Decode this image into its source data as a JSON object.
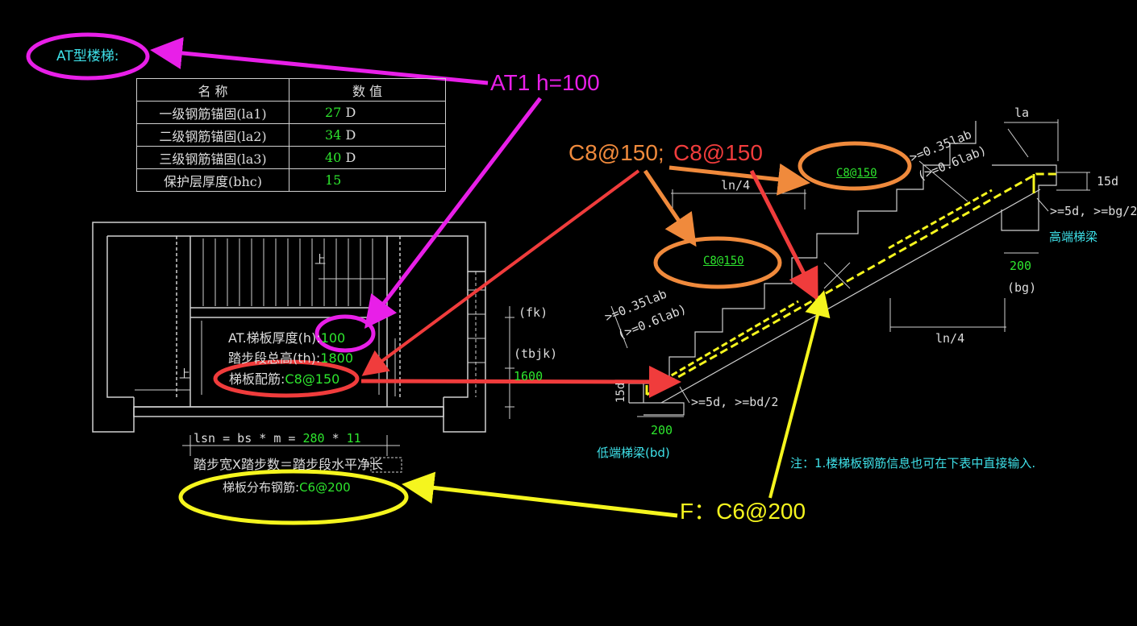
{
  "heading": "AT型楼梯:",
  "table": {
    "headers": [
      "名  称",
      "数  值"
    ],
    "rows": [
      {
        "label": "一级钢筋锚固(la1)",
        "value": "27",
        "unit": "D"
      },
      {
        "label": "二级钢筋锚固(la2)",
        "value": "34",
        "unit": "D"
      },
      {
        "label": "三级钢筋锚固(la3)",
        "value": "40",
        "unit": "D"
      },
      {
        "label": "保护层厚度(bhc)",
        "value": "15",
        "unit": ""
      }
    ]
  },
  "plan": {
    "up_label_1": "上",
    "up_label_2": "上",
    "thickness_label": "AT.梯板厚度(h):",
    "thickness_value": "100",
    "height_label": "踏步段总高(th):",
    "height_value": "1800",
    "rebar_label": "梯板配筋:",
    "rebar_value": "C8@150",
    "fk": "(fk)",
    "tbjk": "(tbjk)",
    "side_value": "1600",
    "lsn_prefix": "lsn = bs * m = ",
    "lsn_bs": "280",
    "lsn_op": " * ",
    "lsn_m": "11",
    "lsn_caption": "踏步宽X踏步数＝踏步段水平净长",
    "dist_label": "梯板分布钢筋:",
    "dist_value": "C6@200"
  },
  "callouts": {
    "at1": "AT1 h=100",
    "c8_a": "C8@150;",
    "c8_b": "C8@150",
    "f": "F：C6@200"
  },
  "section": {
    "la": "la",
    "anchor_top_1": ">=0.35lab",
    "anchor_top_2": "(>=0.6lab)",
    "d15_top": "15d",
    "gt5d_top": ">=5d, >=bg/2",
    "high_beam": "高端梯梁",
    "dim_200_top": "200",
    "bg": "(bg)",
    "ln4_top": "ln/4",
    "ln4_bottom": "ln/4",
    "c8_upper": "C8@150",
    "c8_lower": "C8@150",
    "anchor_bot_1": ">=0.35lab",
    "anchor_bot_2": "(>=0.6lab)",
    "d15_bot": "15d",
    "gt5d_bot": ">=5d, >=bd/2",
    "dim_200_bot": "200",
    "low_beam": "低端梯梁(bd)",
    "note": "注：1.楼梯板钢筋信息也可在下表中直接输入."
  },
  "colors": {
    "magenta": "#e81fe8",
    "orange": "#f08a3c",
    "red": "#f03c3c",
    "yellow": "#f5f51e",
    "cyan": "#3ee0e8",
    "green": "#2ee62e",
    "line": "#cfcfcf"
  }
}
